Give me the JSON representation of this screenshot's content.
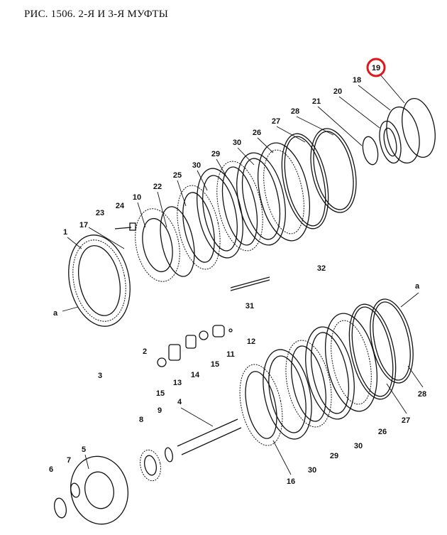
{
  "title": "РИС. 1506. 2-Я И 3-Я МУФТЫ",
  "highlight_color": "#e0161b",
  "upper_callouts": [
    "19",
    "18",
    "20",
    "21",
    "28",
    "27",
    "26",
    "30",
    "29",
    "30",
    "25",
    "22",
    "10",
    "24",
    "23",
    "17",
    "1",
    "a",
    "2",
    "3",
    "32",
    "31",
    "12",
    "11",
    "15",
    "14",
    "13",
    "15"
  ],
  "lower_callouts": [
    "a",
    "28",
    "27",
    "26",
    "30",
    "29",
    "30",
    "16",
    "4",
    "9",
    "8",
    "5",
    "7",
    "6"
  ]
}
